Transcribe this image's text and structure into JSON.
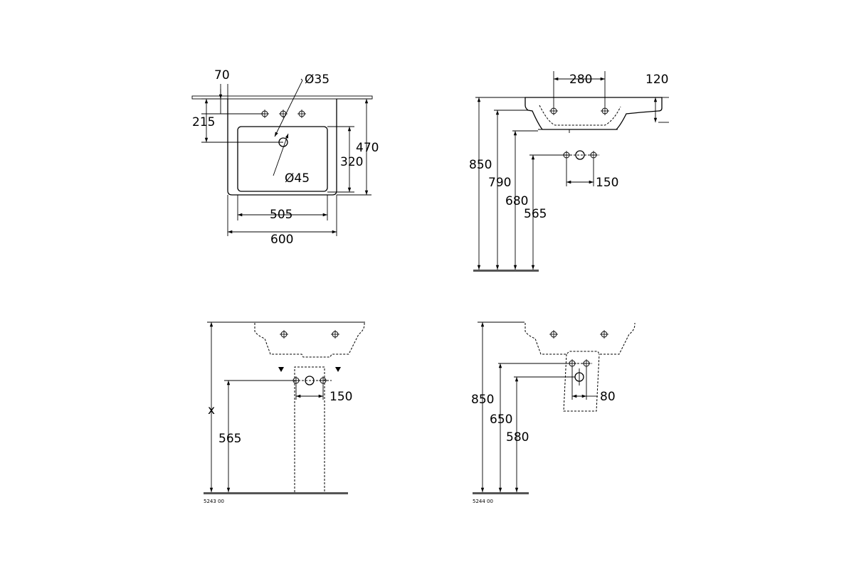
{
  "top_view": {
    "dims": {
      "d70": "70",
      "d35": "Ø35",
      "d215": "215",
      "d470": "470",
      "d320": "320",
      "d45": "Ø45",
      "d505": "505",
      "d600": "600"
    }
  },
  "side_view": {
    "dims": {
      "d280": "280",
      "d120": "120",
      "d850": "850",
      "d790": "790",
      "d680": "680",
      "d565": "565",
      "d150": "150"
    }
  },
  "pedestal_view": {
    "dims": {
      "dx": "x",
      "d565": "565",
      "d150": "150"
    },
    "code": "5243 00"
  },
  "semipedestal_view": {
    "dims": {
      "d850": "850",
      "d650": "650",
      "d580": "580",
      "d80": "80"
    },
    "code": "5244 00"
  }
}
